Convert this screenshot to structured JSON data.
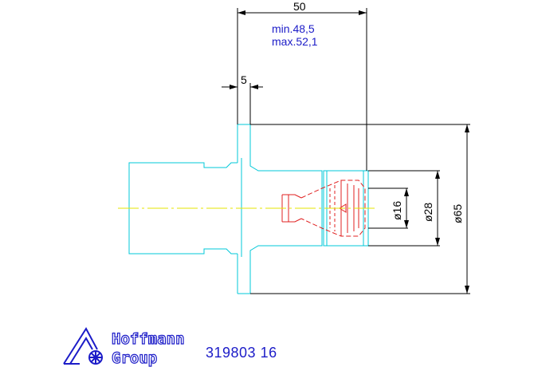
{
  "colors": {
    "outline": "#00c8d8",
    "insert": "#e02020",
    "centerline": "#e6e600",
    "dimension": "#000000",
    "tolerance": "#1c1cc8",
    "logo": "#1c1cc8"
  },
  "dimensions": {
    "length": "50",
    "tol_min": "min.48,5",
    "tol_max": "max.52,1",
    "flange": "5",
    "bore": "ø16",
    "nut": "ø28",
    "body": "ø65"
  },
  "logo": {
    "line1": "Hoffmann",
    "line2": "Group"
  },
  "part_number": "319803 16"
}
